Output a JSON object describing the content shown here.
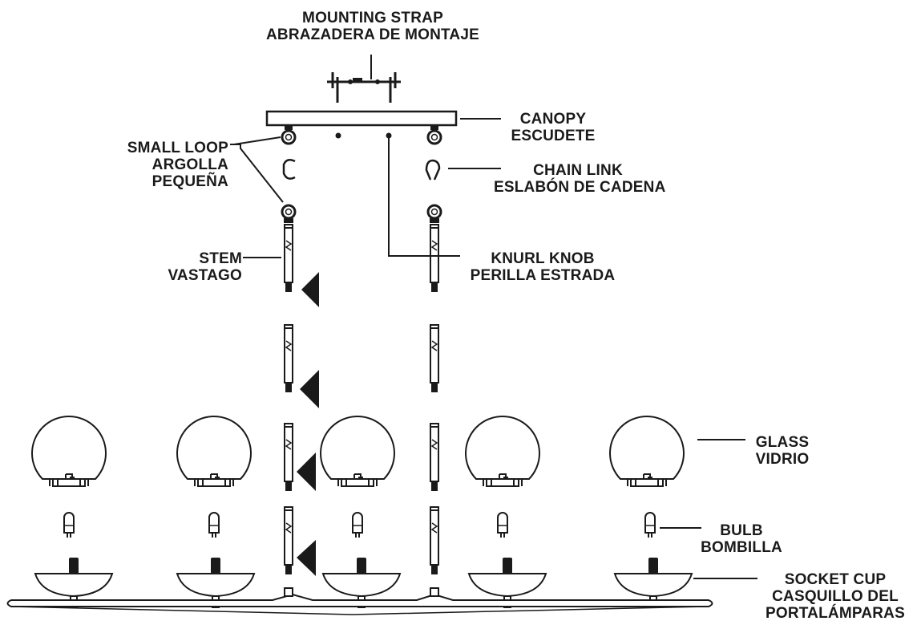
{
  "labels": {
    "mounting_strap": {
      "en": "MOUNTING STRAP",
      "es": "ABRAZADERA DE MONTAJE"
    },
    "canopy": {
      "en": "CANOPY",
      "es": "ESCUDETE"
    },
    "small_loop": {
      "en": "SMALL LOOP",
      "es1": "ARGOLLA",
      "es2": "PEQUEÑA"
    },
    "chain_link": {
      "en": "CHAIN LINK",
      "es": "ESLABÓN DE CADENA"
    },
    "stem": {
      "en": "STEM",
      "es": "VASTAGO"
    },
    "knurl_knob": {
      "en": "KNURL KNOB",
      "es": "PERILLA ESTRADA"
    },
    "glass": {
      "en": "GLASS",
      "es": "VIDRIO"
    },
    "bulb": {
      "en": "BULB",
      "es": "BOMBILLA"
    },
    "socket_cup": {
      "en": "SOCKET CUP",
      "es1": "CASQUILLO DEL",
      "es2": "PORTALÁMPARAS"
    }
  },
  "colors": {
    "line": "#1a1a1a",
    "fill": "#ffffff",
    "text": "#1a1a1a"
  },
  "counts": {
    "lamps": 5,
    "stem_segments_per_side": 4
  }
}
